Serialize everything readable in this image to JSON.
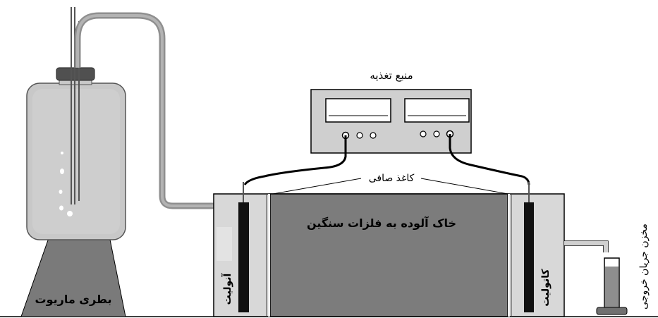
{
  "labels": {
    "power_supply": "منبع تغذیه",
    "filter_paper": "کاغذ صافی",
    "soil": "خاک آلوده به فلزات سنگین",
    "anode": "آنولیت",
    "cathode": "کاتولیت",
    "mariotte_bottle": "بطری ماریوت",
    "outflow_tank": "مخزن جریان خروجی"
  },
  "colors": {
    "bottle": "#c7c7c7",
    "stand": "#7a7a7a",
    "soil": "#7b7b7b",
    "tank": "#d4d4d4",
    "tube": "#9a9a9a",
    "electrode": "#111111"
  }
}
